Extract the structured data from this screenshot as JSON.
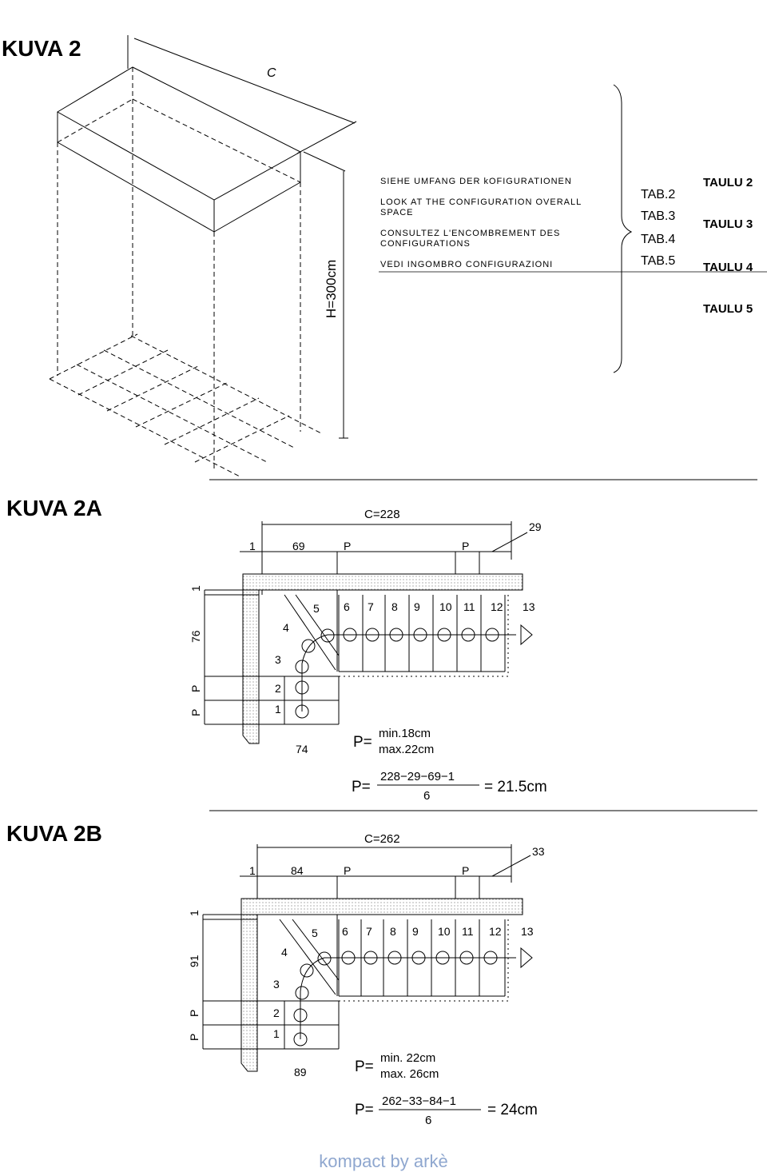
{
  "kuva2": {
    "title": "KUVA 2",
    "c_label": "C",
    "height_label": "H=300cm",
    "notes": [
      "SIEHE UMFANG DER kOFIGURATIONEN",
      "LOOK AT THE CONFIGURATION OVERALL",
      "SPACE",
      "CONSULTEZ L'ENCOMBREMENT DES",
      "CONFIGURATIONS",
      "VEDI INGOMBRO CONFIGURAZIONI"
    ],
    "tab_refs": [
      "TAB.2",
      "TAB.3",
      "TAB.4",
      "TAB.5"
    ],
    "taulu_refs": [
      "TAULU 2",
      "TAULU 3",
      "TAULU 4",
      "TAULU 5"
    ]
  },
  "kuva2a": {
    "title": "KUVA 2A",
    "c_label": "C=228",
    "dim_top": [
      "1",
      "69",
      "P",
      "P",
      "29"
    ],
    "dim_left": [
      "1",
      "76",
      "P",
      "P"
    ],
    "steps": [
      "1",
      "2",
      "3",
      "4",
      "5",
      "6",
      "7",
      "8",
      "9",
      "10",
      "11",
      "12",
      "13"
    ],
    "bottom_width": "74",
    "p_label": "P=",
    "p_min": "min.18cm",
    "p_max": "max.22cm",
    "formula_lhs": "P=",
    "formula_num": "228−29−69−1",
    "formula_den": "6",
    "formula_rhs": "= 21.5cm"
  },
  "kuva2b": {
    "title": "KUVA 2B",
    "c_label": "C=262",
    "dim_top": [
      "1",
      "84",
      "P",
      "P",
      "33"
    ],
    "dim_left": [
      "1",
      "91",
      "P",
      "P"
    ],
    "steps": [
      "1",
      "2",
      "3",
      "4",
      "5",
      "6",
      "7",
      "8",
      "9",
      "10",
      "11",
      "12",
      "13"
    ],
    "bottom_width": "89",
    "p_label": "P=",
    "p_min": "min.  22cm",
    "p_max": "max.  26cm",
    "formula_lhs": "P=",
    "formula_num": "262−33−84−1",
    "formula_den": "6",
    "formula_rhs": "=  24cm"
  },
  "footer": "kompact by arkè"
}
